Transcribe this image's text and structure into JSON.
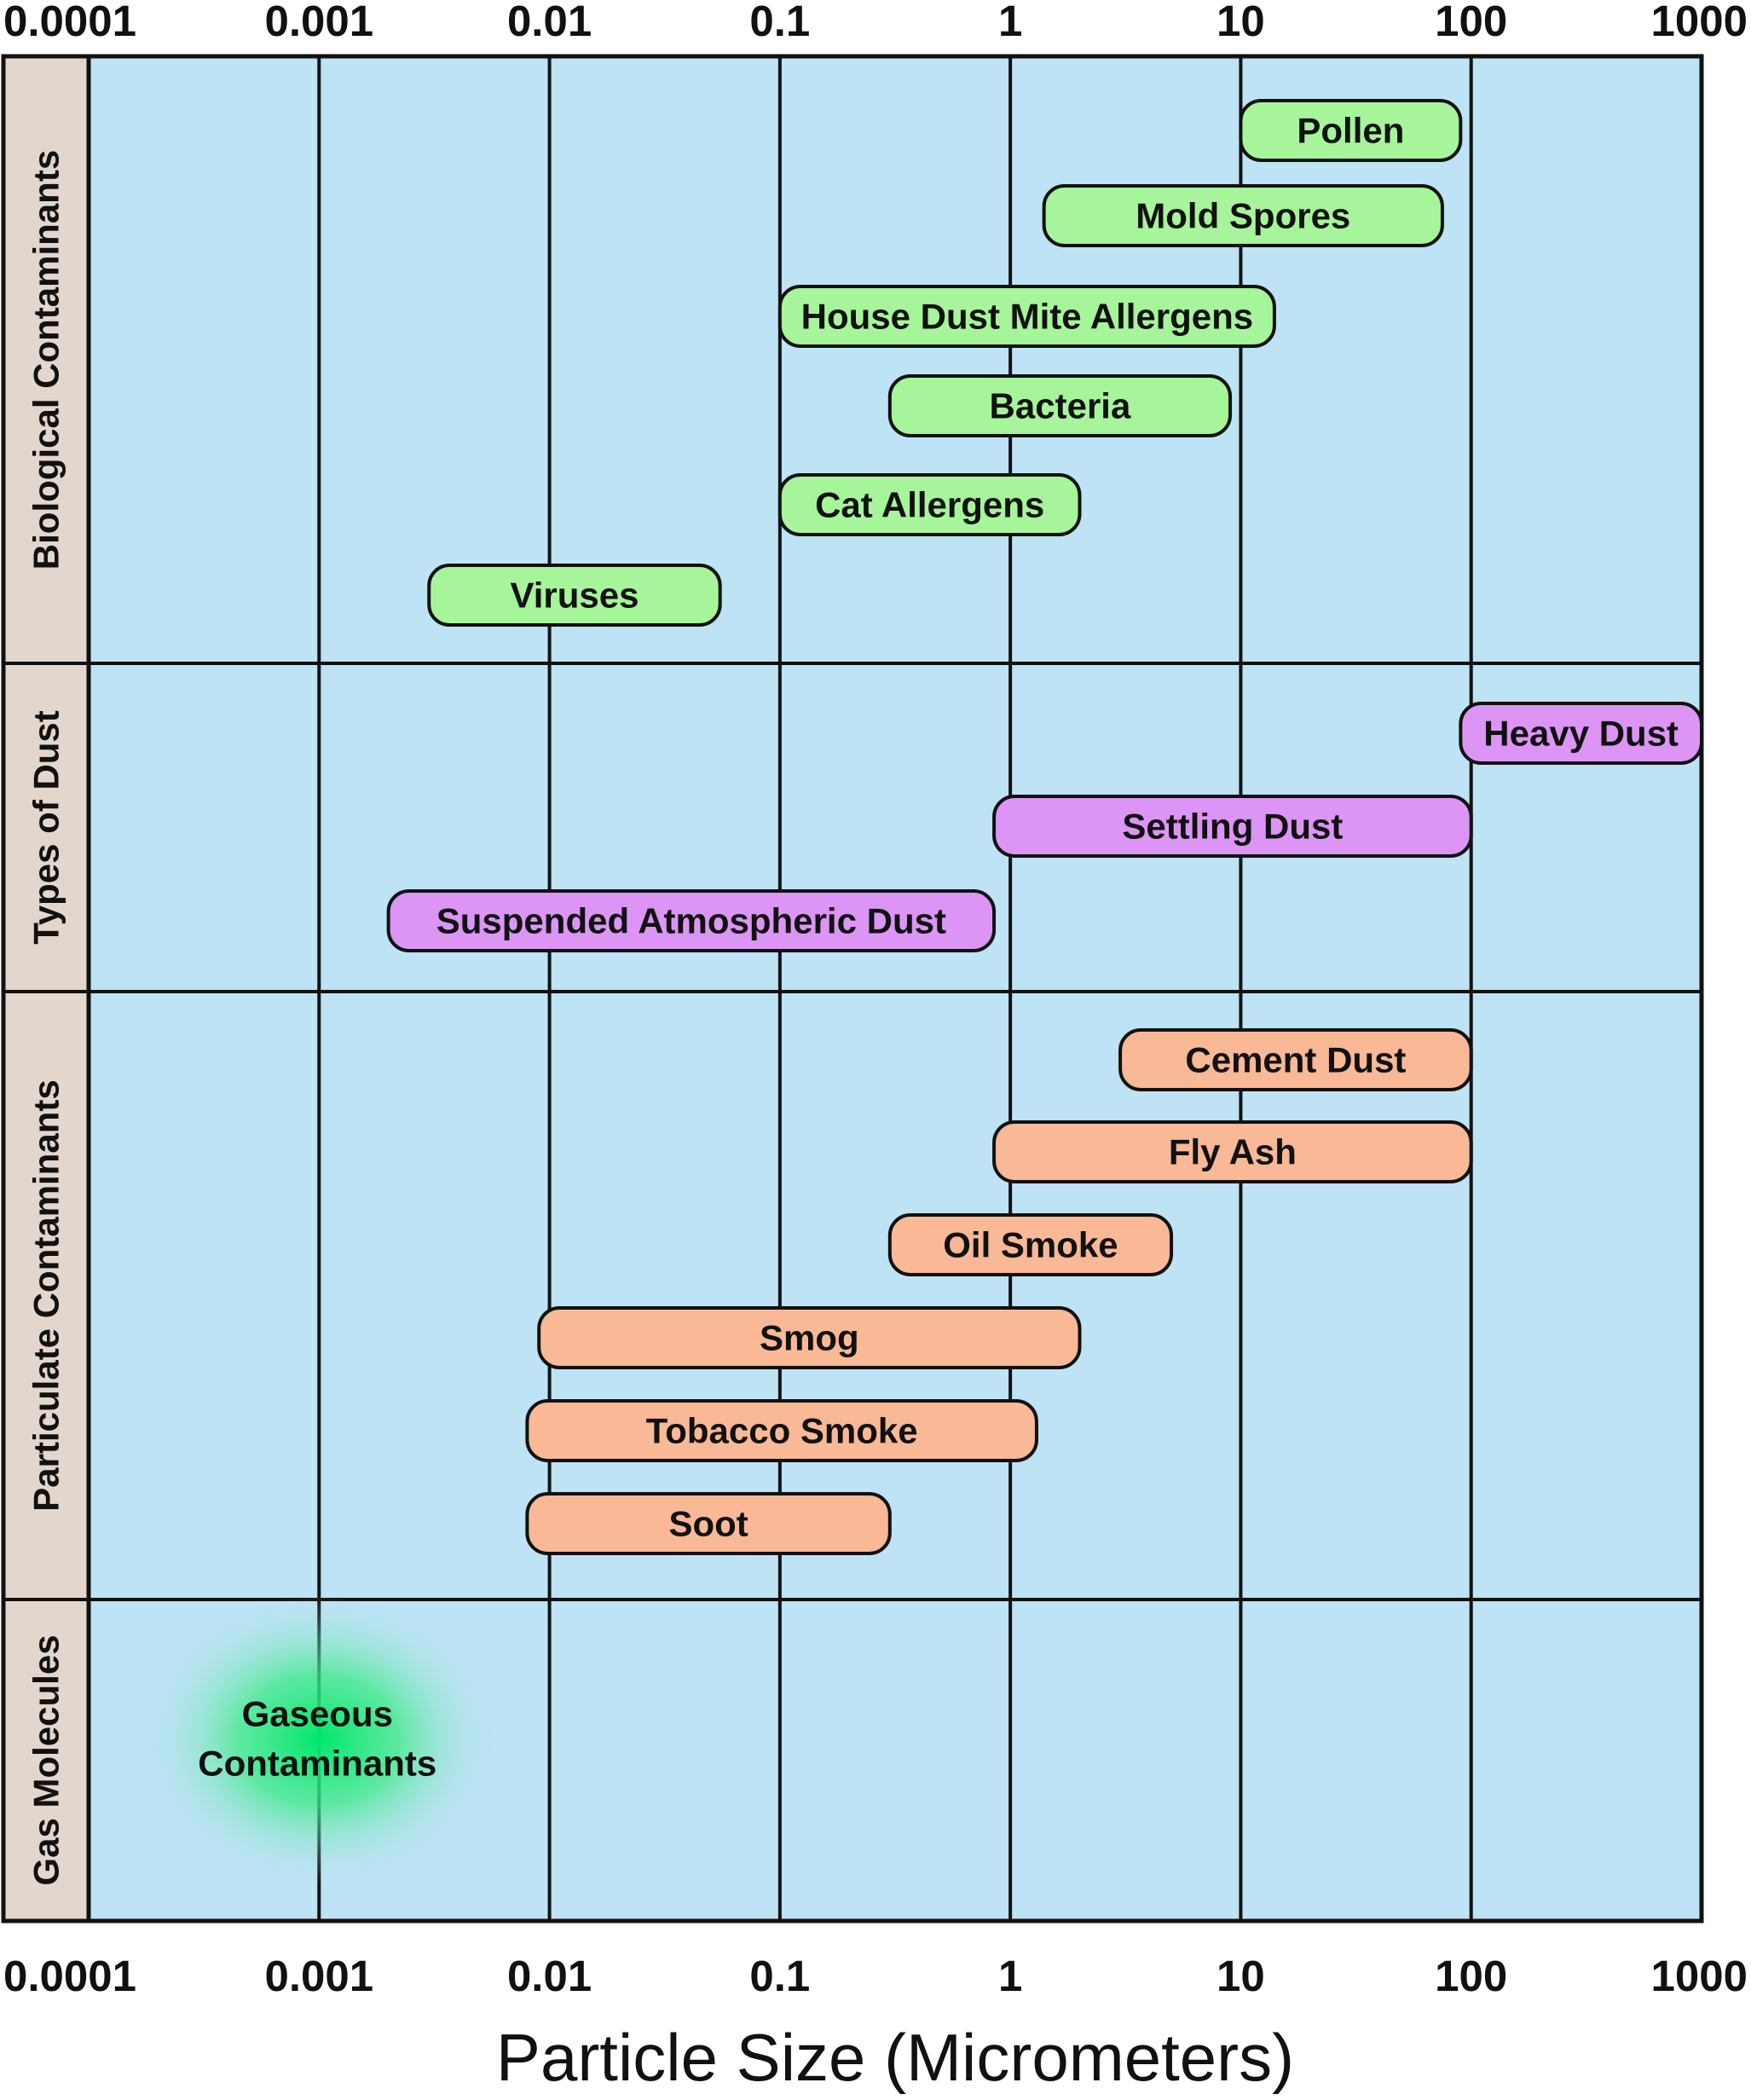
{
  "chart_data": {
    "type": "range-bar",
    "x_scale": "log",
    "xlim": [
      0.0001,
      1000
    ],
    "tick_labels": [
      "0.0001",
      "0.001",
      "0.01",
      "0.1",
      "1",
      "10",
      "100",
      "1000"
    ],
    "tick_values": [
      0.0001,
      0.001,
      0.01,
      0.1,
      1,
      10,
      100,
      1000
    ],
    "xlabel": "Particle Size (Micrometers)",
    "grid": true,
    "colors": {
      "plot_background": "#bde3f5",
      "category_background": "#e3d6cc",
      "biological": "#a6f59a",
      "dust": "#dc95f5",
      "particulate": "#f9b896",
      "gas_glow": "#00e86a"
    },
    "categories": [
      {
        "name": "Biological Contaminants",
        "color_key": "biological",
        "items": [
          {
            "label": "Pollen",
            "min": 10,
            "max": 90
          },
          {
            "label": "Mold Spores",
            "min": 1.4,
            "max": 75
          },
          {
            "label": "House Dust Mite Allergens",
            "min": 0.1,
            "max": 14
          },
          {
            "label": "Bacteria",
            "min": 0.3,
            "max": 9
          },
          {
            "label": "Cat Allergens",
            "min": 0.1,
            "max": 2
          },
          {
            "label": "Viruses",
            "min": 0.003,
            "max": 0.055
          }
        ]
      },
      {
        "name": "Types of Dust",
        "color_key": "dust",
        "items": [
          {
            "label": "Heavy Dust",
            "min": 90,
            "max": 1000
          },
          {
            "label": "Settling Dust",
            "min": 0.85,
            "max": 100
          },
          {
            "label": "Suspended Atmospheric Dust",
            "min": 0.002,
            "max": 0.85
          }
        ]
      },
      {
        "name": "Particulate Contaminants",
        "color_key": "particulate",
        "items": [
          {
            "label": "Cement Dust",
            "min": 3,
            "max": 100
          },
          {
            "label": "Fly Ash",
            "min": 0.85,
            "max": 100
          },
          {
            "label": "Oil Smoke",
            "min": 0.3,
            "max": 5
          },
          {
            "label": "Smog",
            "min": 0.009,
            "max": 2
          },
          {
            "label": "Tobacco Smoke",
            "min": 0.008,
            "max": 1.3
          },
          {
            "label": "Soot",
            "min": 0.008,
            "max": 0.3
          }
        ]
      },
      {
        "name": "Gas Molecules",
        "items": [
          {
            "label": "Gaseous Contaminants",
            "lines": [
              "Gaseous",
              "Contaminants"
            ],
            "center": 0.001,
            "spread_low": 0.0002,
            "spread_high": 0.007
          }
        ]
      }
    ]
  }
}
